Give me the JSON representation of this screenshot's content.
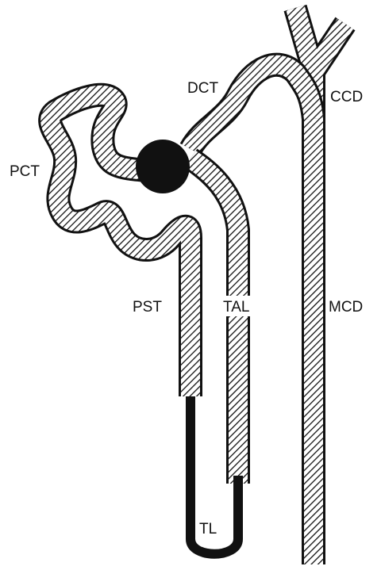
{
  "labels": {
    "pct": "PCT",
    "dct": "DCT",
    "ccd": "CCD",
    "pst": "PST",
    "tal": "TAL",
    "mcd": "MCD",
    "tl": "TL"
  },
  "colors": {
    "outline": "#111111",
    "hatch": "#111111",
    "background": "#ffffff",
    "glomerulus": "#111111",
    "thin_limb": "#111111"
  }
}
